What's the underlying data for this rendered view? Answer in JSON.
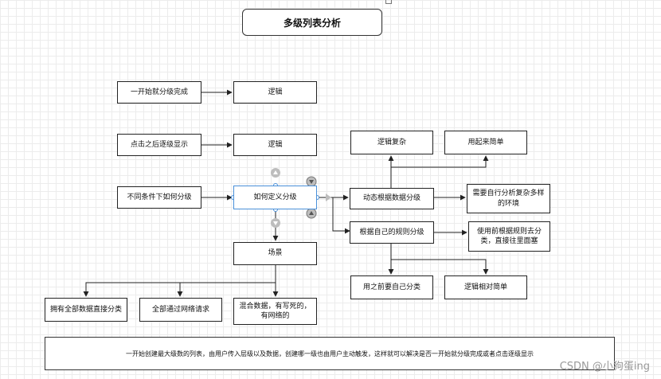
{
  "title": "多级列表分析",
  "left_items": [
    {
      "label": "一开始就分级完成",
      "target": "逻辑"
    },
    {
      "label": "点击之后逐级显示",
      "target": "逻辑"
    },
    {
      "label": "不同条件下如何分级",
      "target": "如何定义分级"
    }
  ],
  "center_node": "如何定义分级",
  "scene_node": "场景",
  "scene_children": [
    "拥有全部数据直接分类",
    "全部通过网络请求",
    "混合数据，有写死的，有网络的"
  ],
  "dynamic": {
    "label": "动态根据数据分级",
    "children": [
      "逻辑复杂",
      "用起来简单",
      "需要自行分析复杂多样的环境"
    ]
  },
  "custom": {
    "label": "根据自己的规则分级",
    "children": [
      "使用前根据规则去分类，直接往里面塞",
      "用之前要自己分类",
      "逻辑相对简单"
    ]
  },
  "note": "一开始创建最大级数的列表，由用户传入层级以及数据，创建哪一级也由用户主动触发，这样就可以解决是否一开始就分级完成或者点击逐级显示",
  "watermark": "CSDN @小狗蛋ing"
}
